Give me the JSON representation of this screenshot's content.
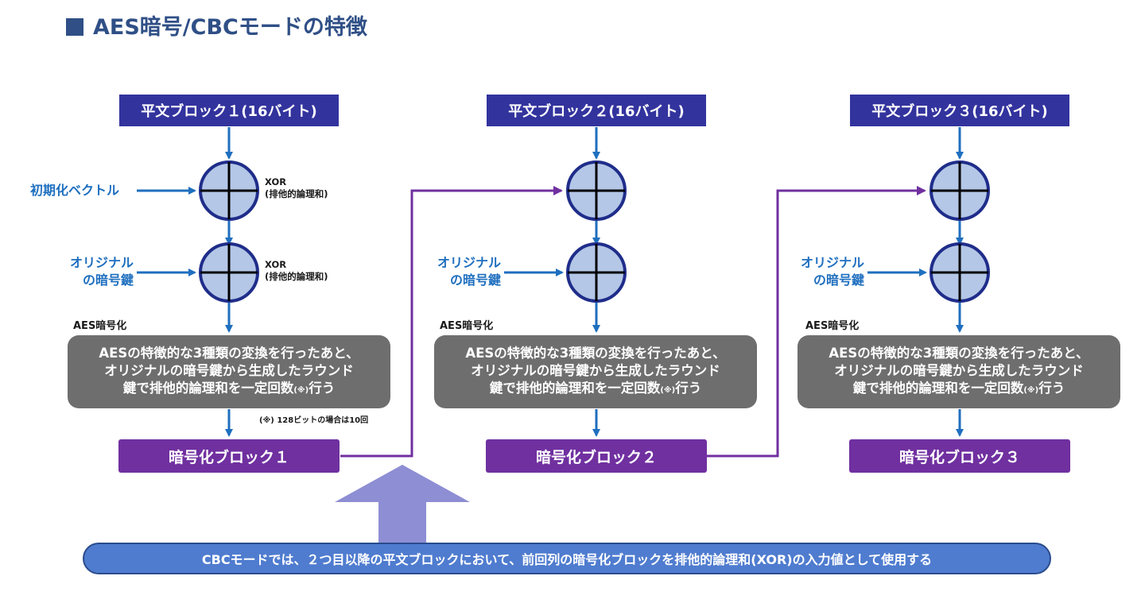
{
  "title": "AES暗号/CBCモードの特徴",
  "columns": [
    {
      "plaintext": "平文ブロック１(16バイト)",
      "iv_label": "初期化ベクトル",
      "xor1_label": [
        "XOR",
        "(排他的論理和)"
      ],
      "key_label": [
        "オリジナル",
        "の暗号鍵"
      ],
      "xor2_label": [
        "XOR",
        "(排他的論理和)"
      ],
      "aes_label": "AES暗号化",
      "aes_lines": [
        "AESの特徴的な3種類の変換を行ったあと、",
        "オリジナルの暗号鍵から生成したラウンド",
        "鍵で排他的論理和を一定回数",
        "(※)",
        "行う"
      ],
      "note": "(※) 128ビットの場合は10回",
      "ciphertext": "暗号化ブロック１"
    },
    {
      "plaintext": "平文ブロック２(16バイト)",
      "key_label": [
        "オリジナル",
        "の暗号鍵"
      ],
      "aes_label": "AES暗号化",
      "aes_lines": [
        "AESの特徴的な3種類の変換を行ったあと、",
        "オリジナルの暗号鍵から生成したラウンド",
        "鍵で排他的論理和を一定回数",
        "(※)",
        "行う"
      ],
      "ciphertext": "暗号化ブロック２"
    },
    {
      "plaintext": "平文ブロック３(16バイト)",
      "key_label": [
        "オリジナル",
        "の暗号鍵"
      ],
      "aes_label": "AES暗号化",
      "aes_lines": [
        "AESの特徴的な3種類の変換を行ったあと、",
        "オリジナルの暗号鍵から生成したラウンド",
        "鍵で排他的論理和を一定回数",
        "(※)",
        "行う"
      ],
      "ciphertext": "暗号化ブロック３"
    }
  ],
  "bottom_note": "CBCモードでは、２つ目以降の平文ブロックにおいて、前回列の暗号化ブロックを排他的論理和(XOR)の入力値として使用する",
  "colors": {
    "plaintext_box": "#33339e",
    "cipher_box": "#7030a0",
    "aes_box": "#6e6e6e",
    "flow_arrow": "#1f6fbf",
    "chain_line": "#7030a0",
    "xor_fill": "#b4c7e7",
    "xor_stroke": "#1f2d8a",
    "label_text": "#1f6fbf",
    "big_arrow": "#8e8ed4",
    "bottom_box": "#4f7ccf"
  },
  "icons": {
    "xor": "circled-plus-icon"
  }
}
